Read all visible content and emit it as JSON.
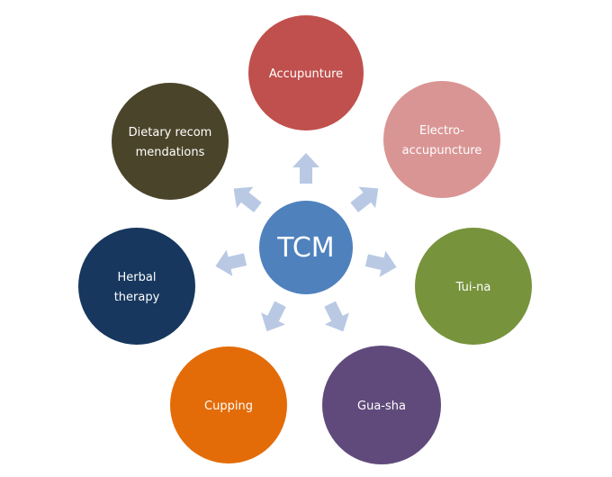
{
  "center": {
    "label": "TCM",
    "color": "#4f81bd"
  },
  "arrow_color": "#b9c9e4",
  "nodes": [
    {
      "lines": [
        "Accupunture"
      ],
      "color": "#c0504d"
    },
    {
      "lines": [
        "Electro-",
        "accupuncture"
      ],
      "color": "#d99594"
    },
    {
      "lines": [
        "Tui-na"
      ],
      "color": "#77933c"
    },
    {
      "lines": [
        "Gua-sha"
      ],
      "color": "#604a7b"
    },
    {
      "lines": [
        "Cupping"
      ],
      "color": "#e36c09"
    },
    {
      "lines": [
        "Herbal",
        "therapy"
      ],
      "color": "#17375e"
    },
    {
      "lines": [
        "Dietary recom",
        "mendations"
      ],
      "color": "#4a452a"
    }
  ]
}
